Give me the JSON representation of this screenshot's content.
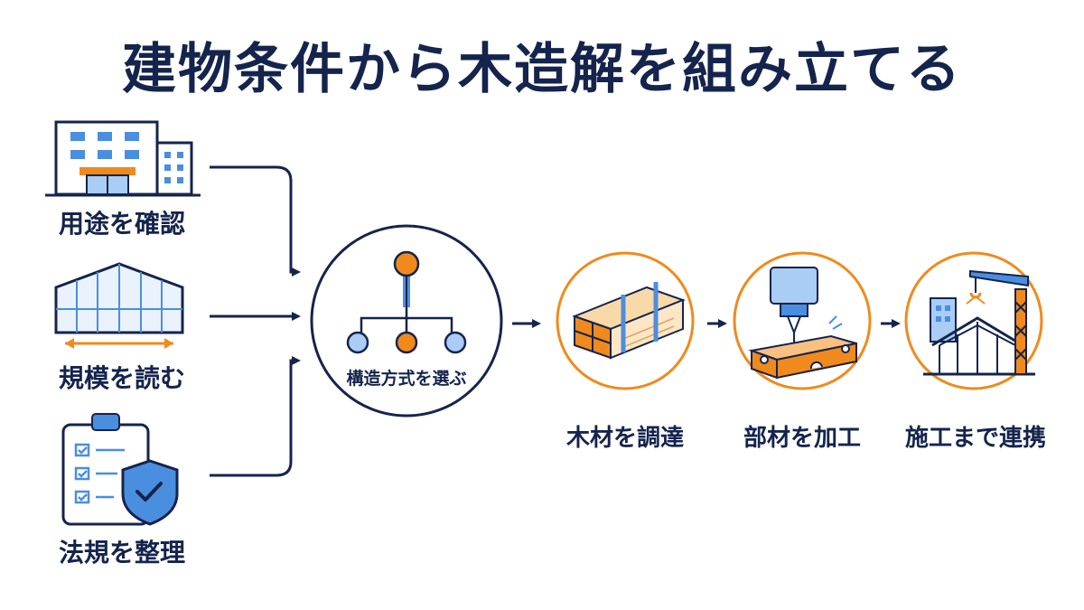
{
  "title": "建物条件から木造解を組み立てる",
  "inputs": [
    {
      "label": "用途を確認",
      "icon": "building-icon"
    },
    {
      "label": "規模を読む",
      "icon": "frame-dimension-icon"
    },
    {
      "label": "法規を整理",
      "icon": "checklist-shield-icon"
    }
  ],
  "center": {
    "label": "構造方式を選ぶ",
    "icon": "branching-nodes-icon"
  },
  "outputs": [
    {
      "label": "木材を調達",
      "icon": "lumber-stack-icon"
    },
    {
      "label": "部材を加工",
      "icon": "cnc-machining-icon"
    },
    {
      "label": "施工まで連携",
      "icon": "crane-construction-icon"
    }
  ],
  "colors": {
    "navy": "#15244d",
    "orange": "#f08a1c",
    "blue": "#4a8ee0",
    "light_blue": "#a9cdf5"
  }
}
